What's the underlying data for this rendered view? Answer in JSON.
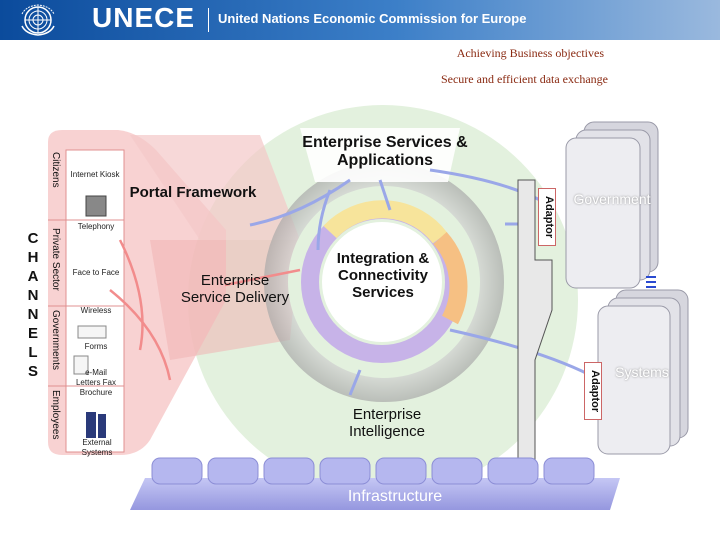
{
  "header": {
    "org_short": "UNECE",
    "org_full": "United Nations Economic Commission for Europe",
    "emblem_icon": "un-emblem-icon"
  },
  "objectives": {
    "line1": "Achieving Business objectives",
    "line2": "Secure and efficient data exchange"
  },
  "channels": {
    "letters": [
      "C",
      "H",
      "A",
      "N",
      "N",
      "E",
      "L",
      "S"
    ],
    "groups": [
      "Citizens",
      "Private Sector",
      "Governments",
      "Employees"
    ],
    "items": {
      "internet_kiosk": "Internet Kiosk",
      "telephony": "Telephony",
      "face_to_face": "Face to Face",
      "wireless": "Wireless",
      "forms": "Forms",
      "email": "e-Mail Letters Fax Brochure",
      "external_systems": "External Systems"
    }
  },
  "core": {
    "enterprise_services": "Enterprise Services & Applications",
    "portal_framework": "Portal Framework",
    "service_delivery": "Enterprise Service Delivery",
    "integration": "Integration & Connectivity Services",
    "intelligence": "Enterprise Intelligence",
    "infrastructure": "Infrastructure"
  },
  "right": {
    "adaptor_top": "Adaptor",
    "adaptor_bottom": "Adaptor",
    "government": "Government",
    "systems": "Systems"
  },
  "colors": {
    "header_blue": "#1e5aa8",
    "channel_pink": "#f4b6b6",
    "ring_green": "#dcefd8",
    "ring_grey": "#b9b9b9",
    "arrow_blue": "#9aa7e8",
    "infra_blue": "#a9acec",
    "objective_text": "#8a2a12"
  }
}
